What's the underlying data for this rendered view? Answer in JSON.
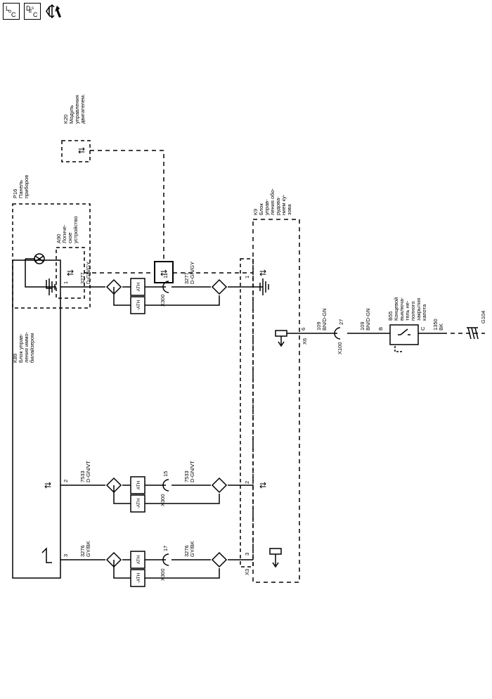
{
  "header": {
    "loc_icon": "LOC",
    "desc_icon": "DESC",
    "tool_icon": "wiring-tool-icon"
  },
  "components": {
    "k20": {
      "id": "K20",
      "name_lines": [
        "Модуль",
        "управления",
        "двигателем."
      ]
    },
    "p16": {
      "id": "P16",
      "name_lines": [
        "Панель",
        "приборов"
      ]
    },
    "a90": {
      "id": "A90",
      "name_lines": [
        "Логиче-",
        "ское",
        "устройство"
      ]
    },
    "k9": {
      "id": "K9",
      "name_lines": [
        "Блок",
        "управ-",
        "ления обо-",
        "рудова-",
        "нием ку-",
        "зова"
      ]
    },
    "k89": {
      "id": "K89",
      "name_lines": [
        "Блок управ-",
        "ления иммо-",
        "билайзером"
      ]
    },
    "b55": {
      "id": "B55",
      "name_lines": [
        "Концевой",
        "выключа-",
        "тель не-",
        "полного",
        "закрытия",
        "капота"
      ]
    }
  },
  "circuits": [
    {
      "pin": "1",
      "wire": "3277",
      "color": "D-GN/GY",
      "x300_pin": "11",
      "k9_pin": "1"
    },
    {
      "pin": "2",
      "wire": "7533",
      "color": "D-GN/VT",
      "x300_pin": "15",
      "k9_pin": "2"
    },
    {
      "pin": "3",
      "wire": "3276",
      "color": "GY/BK",
      "x300_pin": "17",
      "k9_pin": "3"
    }
  ],
  "labels": {
    "ath": "ATH",
    "not_ath": "-ATH",
    "x300": "X300",
    "x3": "X3",
    "x6": "X6",
    "x6_pin": "6",
    "x100": "X100",
    "x100_pin": "27",
    "hood_wire_1": {
      "num": "109",
      "color": "BN/D-GN"
    },
    "hood_wire_2": {
      "num": "109",
      "color": "BN/D-GN"
    },
    "hood_wire_3": {
      "num": "1350",
      "color": "BK"
    },
    "b55_pin_b": "B",
    "b55_pin_c": "C",
    "ground": "G104"
  }
}
